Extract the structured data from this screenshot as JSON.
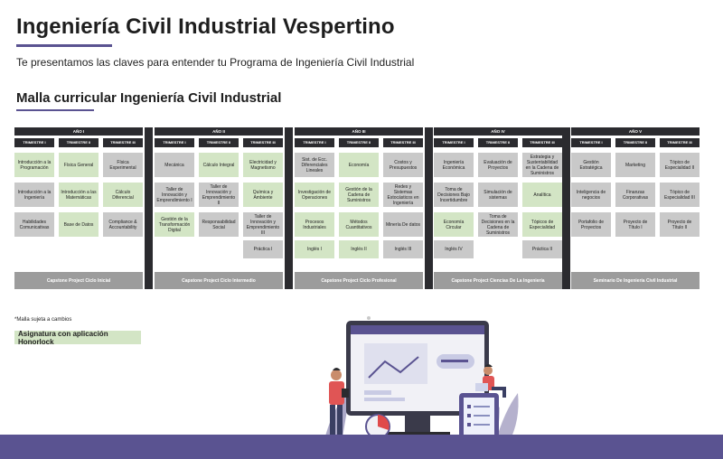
{
  "header": {
    "title": "Ingeniería Civil Industrial Vespertino",
    "subtitle": "Te presentamos las claves para entender tu Programa de Ingeniería Civil Industrial"
  },
  "malla": {
    "heading": "Malla curricular Ingeniería Civil Industrial",
    "side_strips": [
      "",
      "",
      "",
      ""
    ],
    "years": [
      {
        "label": "AÑO I",
        "trimesters": [
          "TRIMESTRE I",
          "TRIMESTRE II",
          "TRIMESTRE III"
        ],
        "columns": [
          [
            {
              "name": "Introducción a la Programación",
              "style": "g"
            },
            {
              "name": "Introducción a la Ingeniería",
              "style": "r"
            },
            {
              "name": "Habilidades Comunicativas",
              "style": "r"
            }
          ],
          [
            {
              "name": "Física General",
              "style": "g"
            },
            {
              "name": "Introducción a las Matemáticas",
              "style": "g"
            },
            {
              "name": "Base de Datos",
              "style": "g"
            }
          ],
          [
            {
              "name": "Física Experimental",
              "style": "r"
            },
            {
              "name": "Cálculo Diferencial",
              "style": "g"
            },
            {
              "name": "Compliance & Accountability",
              "style": "r"
            }
          ]
        ],
        "capstone": "Capstone Project Ciclo Inicial"
      },
      {
        "label": "AÑO II",
        "trimesters": [
          "TRIMESTRE I",
          "TRIMESTRE II",
          "TRIMESTRE III"
        ],
        "columns": [
          [
            {
              "name": "Mecánica",
              "style": "r"
            },
            {
              "name": "Taller de Innovación y Emprendimiento I",
              "style": "r"
            },
            {
              "name": "Gestión de la Transformación Digital",
              "style": "g"
            }
          ],
          [
            {
              "name": "Cálculo Integral",
              "style": "g"
            },
            {
              "name": "Taller de Innovación y Emprendimiento II",
              "style": "r"
            },
            {
              "name": "Responsabilidad Social",
              "style": "r"
            }
          ],
          [
            {
              "name": "Electricidad y Magnetismo",
              "style": "g"
            },
            {
              "name": "Química y Ambiente",
              "style": "g"
            },
            {
              "name": "Taller de Innovación y Emprendimiento III",
              "style": "r"
            },
            {
              "name": "Práctica I",
              "style": "r"
            }
          ]
        ],
        "capstone": "Capstone Project Ciclo Intermedio"
      },
      {
        "label": "AÑO III",
        "trimesters": [
          "TRIMESTRE I",
          "TRIMESTRE II",
          "TRIMESTRE III"
        ],
        "columns": [
          [
            {
              "name": "Sist. de Ecc. Diferenciales Lineales",
              "style": "r"
            },
            {
              "name": "Investigación de Operaciones",
              "style": "g"
            },
            {
              "name": "Procesos Industriales",
              "style": "g"
            },
            {
              "name": "Inglés I",
              "style": "g"
            }
          ],
          [
            {
              "name": "Economía",
              "style": "g"
            },
            {
              "name": "Gestión de la Cadena de Suministros",
              "style": "g"
            },
            {
              "name": "Métodos Cuantitativos",
              "style": "g"
            },
            {
              "name": "Inglés II",
              "style": "g"
            }
          ],
          [
            {
              "name": "Costos y Presupuestos",
              "style": "r"
            },
            {
              "name": "Redes y Sistemas Estocásticos en Ingeniería",
              "style": "r"
            },
            {
              "name": "Minería De datos",
              "style": "r"
            },
            {
              "name": "Inglés III",
              "style": "r"
            }
          ]
        ],
        "capstone": "Capstone Project Ciclo Profesional"
      },
      {
        "label": "AÑO IV",
        "trimesters": [
          "TRIMESTRE I",
          "TRIMESTRE II",
          "TRIMESTRE III"
        ],
        "columns": [
          [
            {
              "name": "Ingeniería Económica",
              "style": "r"
            },
            {
              "name": "Toma de Decisiones Bajo Incertidumbre",
              "style": "r"
            },
            {
              "name": "Economía Circular",
              "style": "g"
            },
            {
              "name": "Inglés IV",
              "style": "r"
            }
          ],
          [
            {
              "name": "Evaluación de Proyectos",
              "style": "r"
            },
            {
              "name": "Simulación de sistemas",
              "style": "r"
            },
            {
              "name": "Toma de Decisiones en la Cadena de Suministros",
              "style": "r"
            }
          ],
          [
            {
              "name": "Estrategia y Sustentabilidad en la Cadena de Suministros",
              "style": "r"
            },
            {
              "name": "Analítica",
              "style": "g"
            },
            {
              "name": "Tópicos de Especialidad",
              "style": "g"
            },
            {
              "name": "Práctica II",
              "style": "r"
            }
          ]
        ],
        "capstone": "Capstone Project Ciencias De La Ingeniería"
      },
      {
        "label": "AÑO V",
        "trimesters": [
          "TRIMESTRE I",
          "TRIMESTRE II",
          "TRIMESTRE III"
        ],
        "columns": [
          [
            {
              "name": "Gestión Estratégica",
              "style": "r"
            },
            {
              "name": "Inteligencia de negocios",
              "style": "r"
            },
            {
              "name": "Portafolio de Proyectos",
              "style": "r"
            }
          ],
          [
            {
              "name": "Marketing",
              "style": "r"
            },
            {
              "name": "Finanzas Corporativas",
              "style": "r"
            },
            {
              "name": "Proyecto de Título I",
              "style": "r"
            }
          ],
          [
            {
              "name": "Tópico de Especialidad II",
              "style": "r"
            },
            {
              "name": "Tópico de Especialidad III",
              "style": "r"
            },
            {
              "name": "Proyecto de Título II",
              "style": "r"
            }
          ]
        ],
        "capstone": "Seminario De Ingeniería Civil Industrial"
      }
    ]
  },
  "note": "*Malla sujeta a cambios",
  "legend": {
    "label": "Asignatura con aplicación Honorlock",
    "color": "#d3e5c5"
  },
  "colors": {
    "accent": "#5a5391",
    "header_dark": "#2b2b2f",
    "gray_cell": "#c9c9c9",
    "capstone": "#9c9c9c"
  }
}
